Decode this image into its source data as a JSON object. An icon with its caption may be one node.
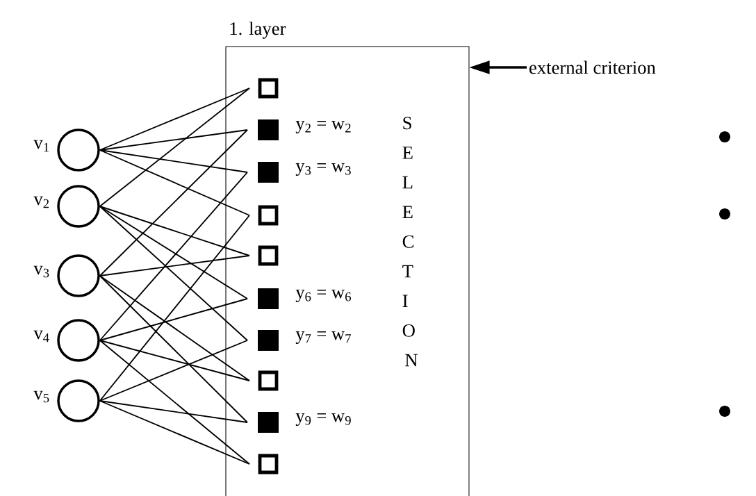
{
  "diagram": {
    "nodes": [
      {
        "text": [
          "1. layer"
        ]
      },
      {
        "text": [],
        "shape": "circle",
        "beside": [
          "v$_{1}$"
        ]
      },
      {
        "text": [],
        "shape": "circle",
        "beside": [
          "v$_{2}$"
        ]
      },
      {
        "text": [],
        "shape": "circle",
        "beside": [
          "v$_{3}$"
        ]
      },
      {
        "text": [],
        "shape": "circle",
        "beside": [
          "v$_{4}$"
        ]
      },
      {
        "text": [],
        "shape": "circle",
        "beside": [
          "v$_{5}$"
        ]
      },
      {
        "text": [],
        "shape": "box",
        "in": 0
      },
      {
        "text": [],
        "shape": "box",
        "in": 0,
        "beside": [
          "y$_{2}$ = w$_{2}$"
        ]
      },
      {
        "text": [],
        "shape": "box",
        "in": 0,
        "beside": [
          "y$_{3}$ = w$_{3}$"
        ]
      },
      {
        "text": [],
        "shape": "box",
        "in": 0
      },
      {
        "text": [],
        "shape": "box",
        "in": 0
      },
      {
        "text": [],
        "shape": "box",
        "in": 0,
        "beside": [
          "y$_{6}$ = w$_{6}$"
        ]
      },
      {
        "text": [],
        "shape": "box",
        "in": 0,
        "beside": [
          "y$_{7}$ = w$_{7}$"
        ]
      },
      {
        "text": [],
        "shape": "box",
        "in": 0
      },
      {
        "text": [],
        "shape": "box",
        "in": 0,
        "beside": [
          "y$_{9}$ = w$_{9}$"
        ]
      },
      {
        "text": [],
        "shape": "box",
        "in": 0
      },
      {
        "text": [
          "external criterion"
        ]
      }
    ],
    "edges": [
      {
        "from": 1,
        "to": 6,
        "arrow": "none"
      },
      {
        "from": 2,
        "to": 6,
        "arrow": "none"
      },
      {
        "from": 1,
        "to": 7,
        "arrow": "none"
      },
      {
        "from": 3,
        "to": 7,
        "arrow": "none"
      },
      {
        "from": 1,
        "to": 8,
        "arrow": "none"
      },
      {
        "from": 4,
        "to": 8,
        "arrow": "none"
      },
      {
        "from": 1,
        "to": 9,
        "arrow": "none"
      },
      {
        "from": 5,
        "to": 9,
        "arrow": "none"
      },
      {
        "from": 2,
        "to": 10,
        "arrow": "none"
      },
      {
        "from": 3,
        "to": 10,
        "arrow": "none"
      },
      {
        "from": 2,
        "to": 11,
        "arrow": "none"
      },
      {
        "from": 4,
        "to": 11,
        "arrow": "none"
      },
      {
        "from": 2,
        "to": 12,
        "arrow": "none"
      },
      {
        "from": 5,
        "to": 12,
        "arrow": "none"
      },
      {
        "from": 3,
        "to": 13,
        "arrow": "none"
      },
      {
        "from": 4,
        "to": 13,
        "arrow": "none"
      },
      {
        "from": 3,
        "to": 14,
        "arrow": "none"
      },
      {
        "from": 5,
        "to": 14,
        "arrow": "none"
      },
      {
        "from": 4,
        "to": 15,
        "arrow": "none"
      },
      {
        "from": 5,
        "to": 15,
        "arrow": "none"
      },
      {
        "from": 16,
        "to": 0,
        "arrow": "to"
      }
    ],
    "labels": [
      "SELECTION"
    ]
  }
}
